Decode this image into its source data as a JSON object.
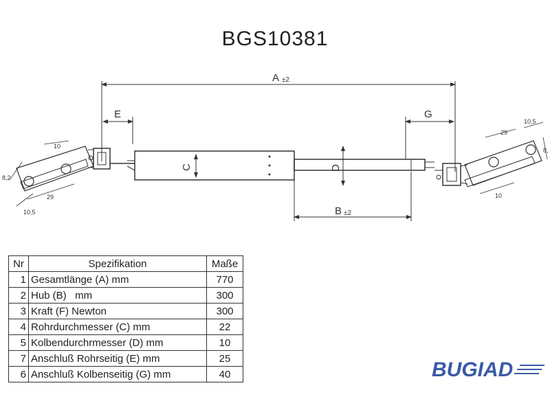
{
  "title": "BGS10381",
  "dimensions": {
    "A": "A",
    "A_tol": "±2",
    "B": "B",
    "B_tol": "±2",
    "C": "C",
    "D": "D",
    "E": "E",
    "G": "G",
    "left_bracket": [
      "10",
      "8,2",
      "29",
      "10,5"
    ],
    "right_bracket": [
      "10,5",
      "29",
      "8,",
      "10"
    ]
  },
  "table": {
    "headers": [
      "Nr",
      "Spezifikation",
      "Maße"
    ],
    "rows": [
      {
        "nr": "1",
        "spec": "Gesamtlänge (A) mm",
        "value": "770"
      },
      {
        "nr": "2",
        "spec": "Hub (B)   mm",
        "value": "300"
      },
      {
        "nr": "3",
        "spec": "Kraft (F) Newton",
        "value": "300"
      },
      {
        "nr": "4",
        "spec": "Rohrdurchmesser (C) mm",
        "value": "22"
      },
      {
        "nr": "5",
        "spec": "Kolbendurchrmesser (D) mm",
        "value": "10"
      },
      {
        "nr": "7",
        "spec": "Anschluß Rohrseitig (E) mm",
        "value": "25"
      },
      {
        "nr": "6",
        "spec": "Anschluß Kolbenseitig (G) mm",
        "value": "40"
      }
    ]
  },
  "brand": "BUGIAD",
  "colors": {
    "line": "#333333",
    "brand": "#3a5aa8"
  }
}
